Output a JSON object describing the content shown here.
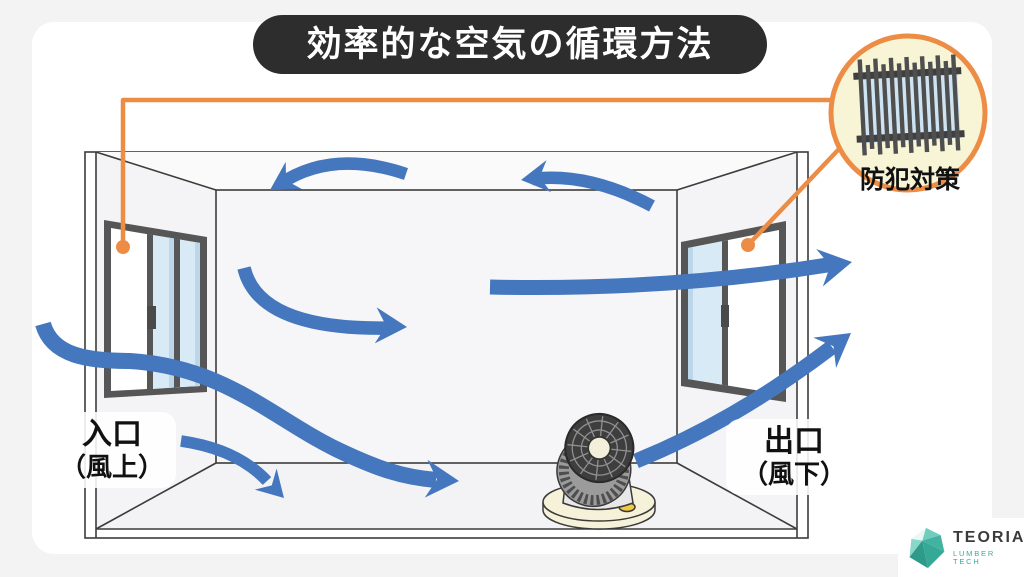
{
  "title": "効率的な空気の循環方法",
  "room_labels": {
    "inlet": {
      "line1": "入口",
      "line2": "（風上）"
    },
    "outlet": {
      "line1": "出口",
      "line2": "（風下）"
    }
  },
  "callout": {
    "label": "防犯対策"
  },
  "logo": {
    "name": "TEORIA",
    "sub": "LUMBER TECH"
  },
  "colors": {
    "arrow": "#4577BE",
    "accent": "#ED8C45",
    "callout_fill": "#F8F4D6",
    "banner_bg": "#2D2D2D",
    "glass": "#D9EAF7",
    "frame": "#565656",
    "logo_teal": "#35AC9B"
  }
}
